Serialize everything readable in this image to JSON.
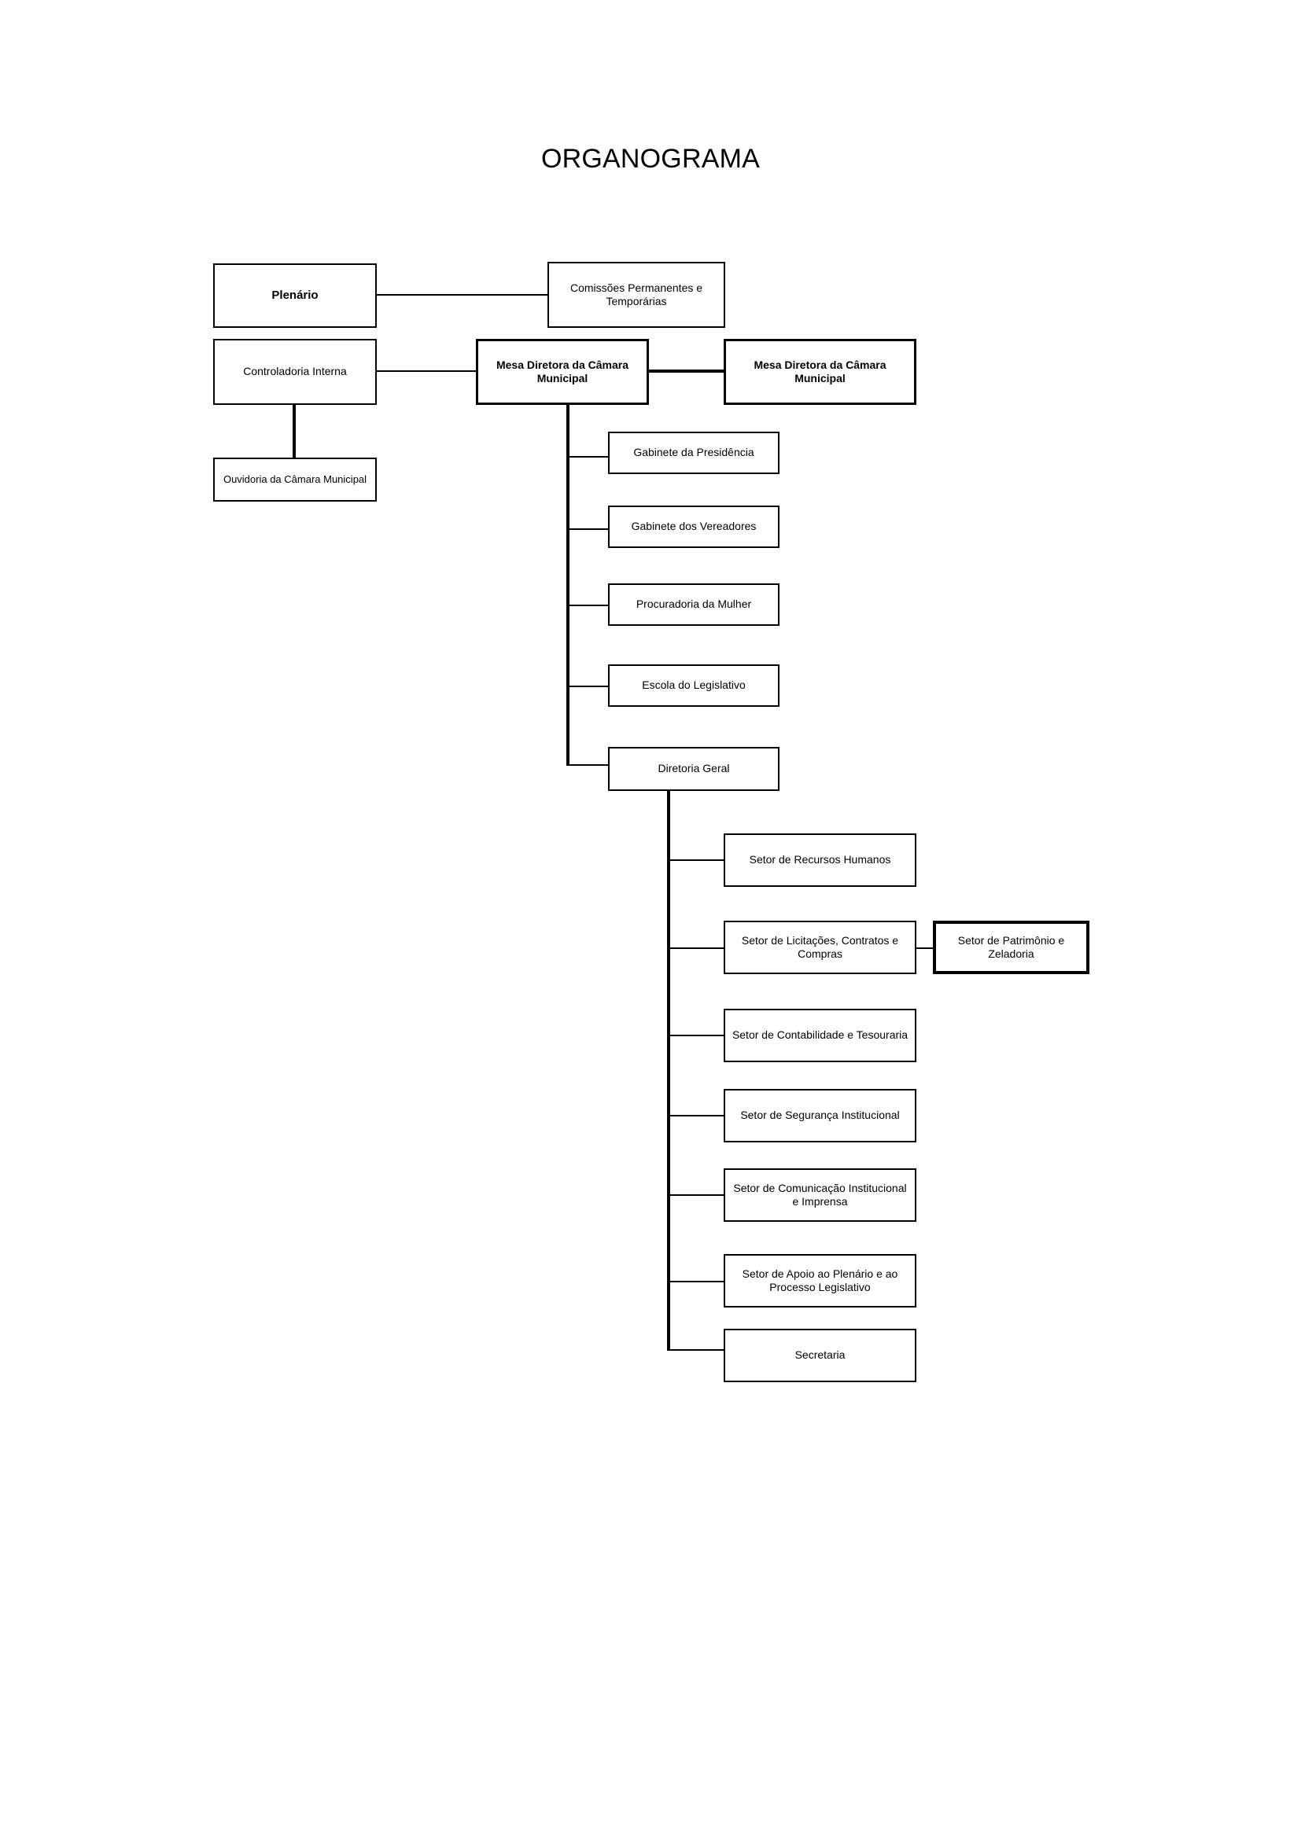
{
  "document": {
    "title": "ORGANOGRAMA"
  },
  "chart_data": {
    "type": "diagram",
    "diagram_kind": "organization-chart",
    "title": "ORGANOGRAMA",
    "nodes": [
      {
        "id": "plenario",
        "label": "Plenário",
        "bold": true,
        "level": 1
      },
      {
        "id": "comissoes",
        "label": "Comissões Permanentes e Temporárias",
        "bold": false,
        "level": 1
      },
      {
        "id": "controladoria",
        "label": "Controladoria Interna",
        "bold": false,
        "level": 2
      },
      {
        "id": "mesa-diretora-1",
        "label": "Mesa Diretora da Câmara Municipal",
        "bold": true,
        "level": 2
      },
      {
        "id": "mesa-diretora-2",
        "label": "Mesa Diretora da Câmara Municipal",
        "bold": true,
        "level": 2
      },
      {
        "id": "ouvidoria",
        "label": "Ouvidoria da Câmara Municipal",
        "bold": false,
        "level": 3
      },
      {
        "id": "gabinete-presidencia",
        "label": "Gabinete da Presidência",
        "bold": false,
        "level": 3
      },
      {
        "id": "gabinete-vereadores",
        "label": "Gabinete dos Vereadores",
        "bold": false,
        "level": 3
      },
      {
        "id": "procuradoria-mulher",
        "label": "Procuradoria da Mulher",
        "bold": false,
        "level": 3
      },
      {
        "id": "escola-legislativo",
        "label": "Escola do Legislativo",
        "bold": false,
        "level": 3
      },
      {
        "id": "diretoria-geral",
        "label": "Diretoria Geral",
        "bold": false,
        "level": 3
      },
      {
        "id": "setor-rh",
        "label": "Setor de Recursos Humanos",
        "bold": false,
        "level": 4
      },
      {
        "id": "setor-licitacoes",
        "label": "Setor de Licitações, Contratos e Compras",
        "bold": false,
        "level": 4
      },
      {
        "id": "setor-patrimonio",
        "label": "Setor de Patrimônio e Zeladoria",
        "bold": false,
        "thick": true,
        "level": 5
      },
      {
        "id": "setor-contabilidade",
        "label": "Setor de Contabilidade e Tesouraria",
        "bold": false,
        "level": 4
      },
      {
        "id": "setor-seguranca",
        "label": "Setor de Segurança Institucional",
        "bold": false,
        "level": 4
      },
      {
        "id": "setor-comunicacao",
        "label": "Setor de Comunicação Institucional e Imprensa",
        "bold": false,
        "level": 4
      },
      {
        "id": "setor-apoio-plenario",
        "label": "Setor de Apoio ao Plenário e ao Processo Legislativo",
        "bold": false,
        "level": 4
      },
      {
        "id": "secretaria",
        "label": "Secretaria",
        "bold": false,
        "level": 4
      }
    ],
    "edges": [
      {
        "from": "plenario",
        "to": "comissoes"
      },
      {
        "from": "controladoria",
        "to": "mesa-diretora-1"
      },
      {
        "from": "mesa-diretora-1",
        "to": "mesa-diretora-2"
      },
      {
        "from": "controladoria",
        "to": "ouvidoria"
      },
      {
        "from": "mesa-diretora-1",
        "to": "gabinete-presidencia"
      },
      {
        "from": "mesa-diretora-1",
        "to": "gabinete-vereadores"
      },
      {
        "from": "mesa-diretora-1",
        "to": "procuradoria-mulher"
      },
      {
        "from": "mesa-diretora-1",
        "to": "escola-legislativo"
      },
      {
        "from": "mesa-diretora-1",
        "to": "diretoria-geral"
      },
      {
        "from": "diretoria-geral",
        "to": "setor-rh"
      },
      {
        "from": "diretoria-geral",
        "to": "setor-licitacoes"
      },
      {
        "from": "setor-licitacoes",
        "to": "setor-patrimonio"
      },
      {
        "from": "diretoria-geral",
        "to": "setor-contabilidade"
      },
      {
        "from": "diretoria-geral",
        "to": "setor-seguranca"
      },
      {
        "from": "diretoria-geral",
        "to": "setor-comunicacao"
      },
      {
        "from": "diretoria-geral",
        "to": "setor-apoio-plenario"
      },
      {
        "from": "diretoria-geral",
        "to": "secretaria"
      }
    ],
    "colors": {
      "background": "#ffffff",
      "box_fill": "#ffffff",
      "box_border": "#000000",
      "text": "#000000",
      "connector": "#000000"
    }
  }
}
